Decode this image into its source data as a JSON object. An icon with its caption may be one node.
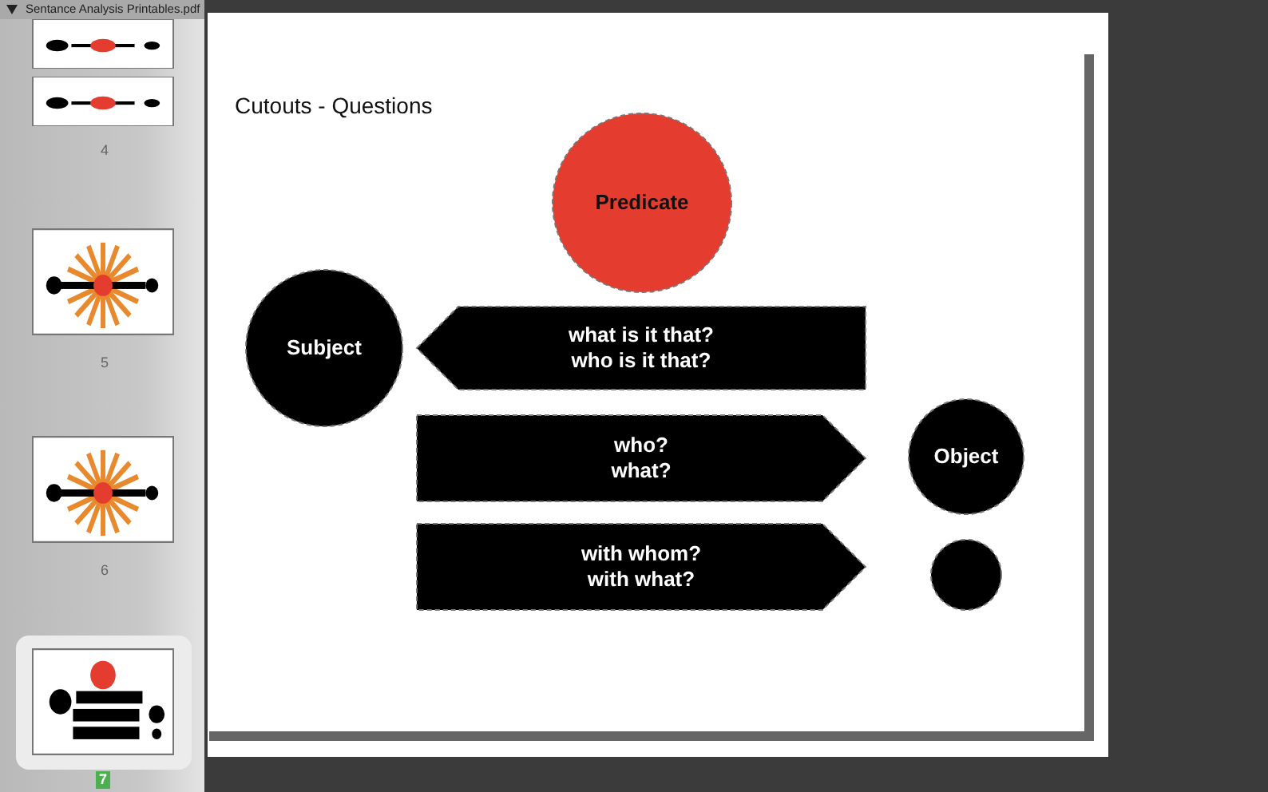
{
  "diagram": {
    "title": "Cutouts - Questions",
    "nodes": [
      {
        "text": [
          "Predicate"
        ]
      },
      {
        "text": [
          "Subject"
        ]
      },
      {
        "text": [
          "what is it that? who is it that?"
        ]
      },
      {
        "text": [
          "who? what?"
        ]
      },
      {
        "text": [
          "Object"
        ]
      },
      {
        "text": [
          "with whom? with what?"
        ]
      },
      {
        "text": [],
        "shape": "circle"
      }
    ],
    "edges": [],
    "labels": [
      "Sentance Analysis Printables.pdf",
      "4",
      "5",
      "6",
      "7"
    ]
  }
}
